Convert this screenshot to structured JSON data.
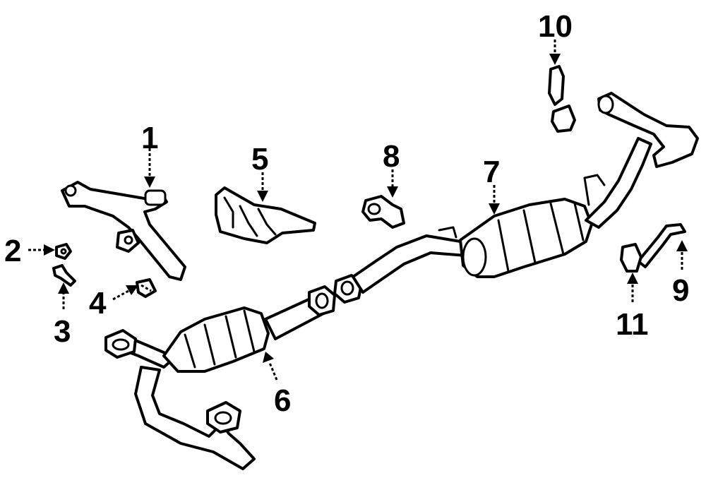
{
  "diagram": {
    "background": "#ffffff",
    "line_color": "#000000",
    "callouts": [
      {
        "id": "1",
        "text": "1"
      },
      {
        "id": "2",
        "text": "2"
      },
      {
        "id": "3",
        "text": "3"
      },
      {
        "id": "4",
        "text": "4"
      },
      {
        "id": "5",
        "text": "5"
      },
      {
        "id": "6",
        "text": "6"
      },
      {
        "id": "7",
        "text": "7"
      },
      {
        "id": "8",
        "text": "8"
      },
      {
        "id": "9",
        "text": "9"
      },
      {
        "id": "10",
        "text": "10"
      },
      {
        "id": "11",
        "text": "11"
      }
    ]
  }
}
